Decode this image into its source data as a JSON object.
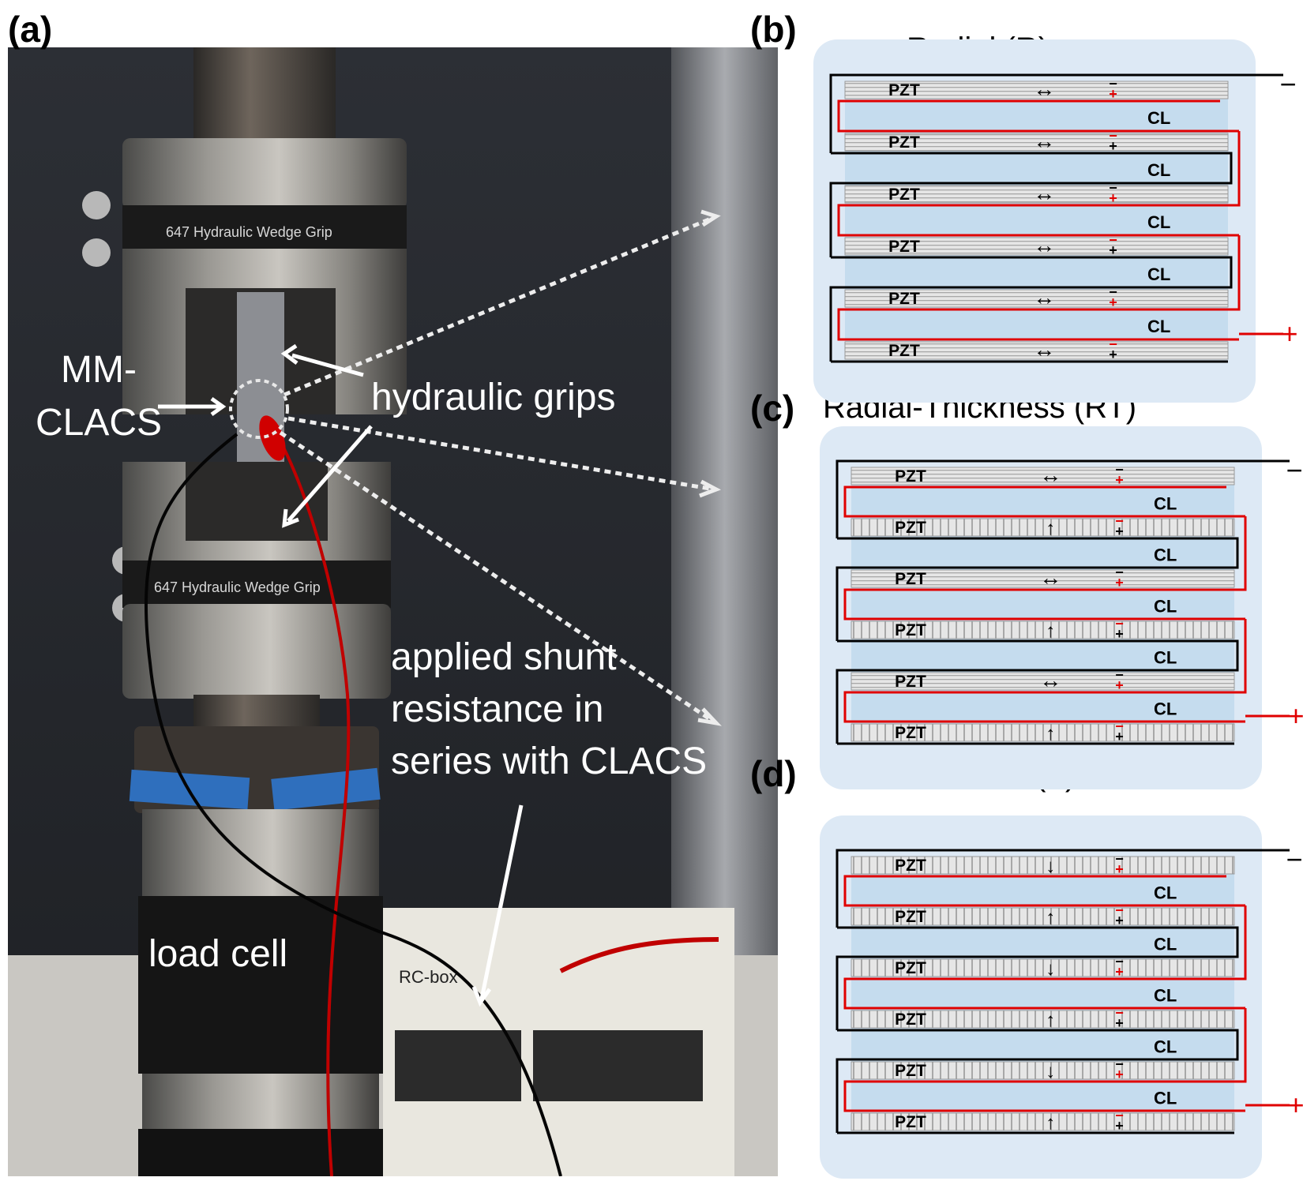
{
  "panels": {
    "a": {
      "label": "(a)",
      "annotations": {
        "mmclacs": [
          "MM-",
          "CLACS"
        ],
        "grips": "hydraulic grips",
        "shunt": [
          "applied shunt",
          "resistance in",
          "series with CLACS"
        ],
        "loadcell": "load cell",
        "rcbox": "RC-box",
        "grip_brand": "647 Hydraulic Wedge Grip"
      }
    },
    "b": {
      "label": "(b)",
      "title": "Radial (R)"
    },
    "c": {
      "label": "(c)",
      "title": "Radial-Thickness  (RT)"
    },
    "d": {
      "label": "(d)",
      "title": "Thickness  (T)"
    }
  },
  "stack": {
    "pzt_label": "PZT",
    "cl_label": "CL",
    "polarity_up": "− +",
    "polarity_down": "+ −",
    "terminal_neg": "−",
    "terminal_pos": "+",
    "poling": {
      "b": [
        "horizontal",
        "horizontal",
        "horizontal",
        "horizontal",
        "horizontal",
        "horizontal"
      ],
      "c": [
        "horizontal",
        "up",
        "horizontal",
        "up",
        "horizontal",
        "up"
      ],
      "d": [
        "down",
        "up",
        "down",
        "up",
        "down",
        "up"
      ]
    }
  },
  "colors": {
    "red_wire": "#e00000",
    "black_wire": "#000000",
    "panel_bg": "#dde9f5",
    "cl_fill": "#c5dcee"
  }
}
